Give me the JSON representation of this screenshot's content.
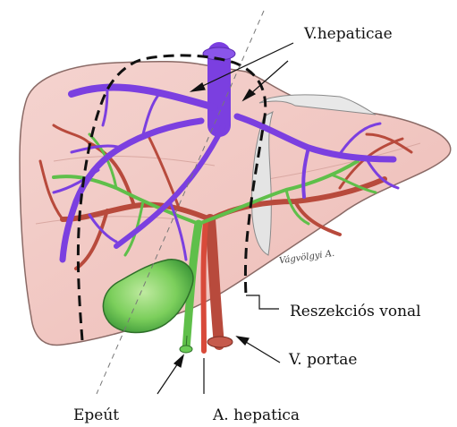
{
  "labels": {
    "v_hepaticae": "V.hepaticae",
    "reszekcios_vonal": "Reszekciós vonal",
    "v_portae": "V. portae",
    "epeut": "Epeút",
    "a_hepatica": "A. hepatica"
  },
  "signature": "Vágvölgyi A.",
  "colors": {
    "liver_fill": "#f2c8c4",
    "liver_outline": "#8a6a66",
    "hepatic_vein": "#7b3fe0",
    "portal_vein": "#b84a3c",
    "hepatic_artery": "#d84a3a",
    "bile_duct": "#5fbf4a",
    "gallbladder": "#7ccf5c",
    "ligament": "#e4e4e4",
    "resection_line": "#111111"
  }
}
